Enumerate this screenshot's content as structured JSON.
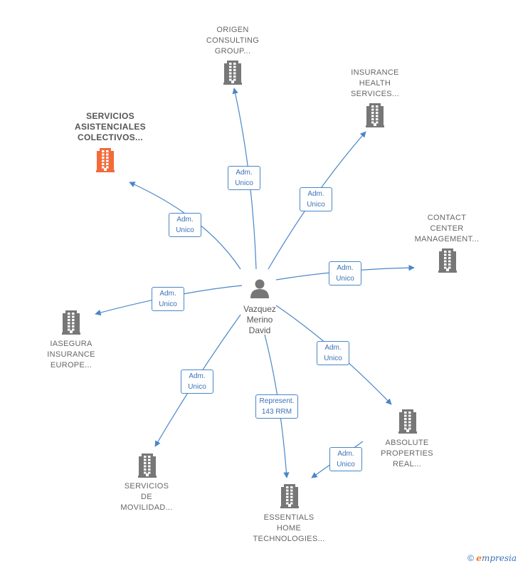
{
  "center": {
    "name_lines": [
      "Vazquez",
      "Merino",
      "David"
    ],
    "icon": "person-icon"
  },
  "nodes": [
    {
      "id": "origen",
      "lines": [
        "ORIGEN",
        "CONSULTING",
        "GROUP..."
      ],
      "icon": "building-icon",
      "highlight": false
    },
    {
      "id": "insurance",
      "lines": [
        "INSURANCE",
        "HEALTH",
        "SERVICES..."
      ],
      "icon": "building-icon",
      "highlight": false
    },
    {
      "id": "servicios-asistenciales",
      "lines": [
        "SERVICIOS",
        "ASISTENCIALES",
        "COLECTIVOS..."
      ],
      "icon": "building-icon",
      "highlight": true
    },
    {
      "id": "contact",
      "lines": [
        "CONTACT",
        "CENTER",
        "MANAGEMENT..."
      ],
      "icon": "building-icon",
      "highlight": false
    },
    {
      "id": "iasegura",
      "lines": [
        "IASEGURA",
        "INSURANCE",
        "EUROPE..."
      ],
      "icon": "building-icon",
      "highlight": false
    },
    {
      "id": "absolute",
      "lines": [
        "ABSOLUTE",
        "PROPERTIES",
        "REAL..."
      ],
      "icon": "building-icon",
      "highlight": false
    },
    {
      "id": "movilidad",
      "lines": [
        "SERVICIOS",
        "DE",
        "MOVILIDAD..."
      ],
      "icon": "building-icon",
      "highlight": false
    },
    {
      "id": "essentials",
      "lines": [
        "ESSENTIALS",
        "HOME",
        "TECHNOLOGIES..."
      ],
      "icon": "building-icon",
      "highlight": false
    }
  ],
  "edges": [
    {
      "from": "center",
      "to": "origen",
      "label": [
        "Adm.",
        "Unico"
      ]
    },
    {
      "from": "center",
      "to": "insurance",
      "label": [
        "Adm.",
        "Unico"
      ]
    },
    {
      "from": "center",
      "to": "servicios-asistenciales",
      "label": [
        "Adm.",
        "Unico"
      ]
    },
    {
      "from": "center",
      "to": "contact",
      "label": [
        "Adm.",
        "Unico"
      ]
    },
    {
      "from": "center",
      "to": "iasegura",
      "label": [
        "Adm.",
        "Unico"
      ]
    },
    {
      "from": "center",
      "to": "absolute",
      "label": [
        "Adm.",
        "Unico"
      ]
    },
    {
      "from": "center",
      "to": "movilidad",
      "label": [
        "Adm.",
        "Unico"
      ]
    },
    {
      "from": "center",
      "to": "essentials",
      "label": [
        "Represent.",
        "143 RRM"
      ]
    },
    {
      "from": "absolute",
      "to": "essentials",
      "label": [
        "Adm.",
        "Unico"
      ]
    }
  ],
  "colors": {
    "edge": "#4a86c8",
    "building": "#777777",
    "building_highlight": "#f26b3a",
    "person": "#777777"
  },
  "footer": {
    "copyright_symbol": "©",
    "brand_initial": "e",
    "brand_rest": "mpresia"
  }
}
